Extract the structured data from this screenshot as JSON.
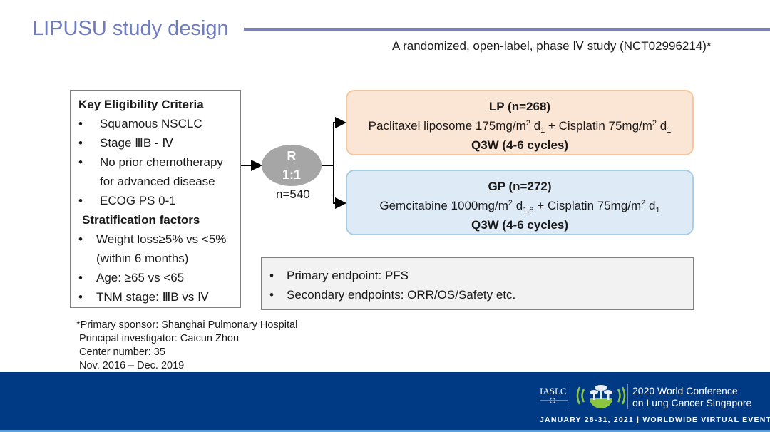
{
  "header": {
    "title": "LIPUSU study design",
    "subtitle": "A  randomized, open-label, phase Ⅳ study (NCT02996214)*",
    "accent_color": "#6f7cbf"
  },
  "eligibility": {
    "heading": "Key Eligibility Criteria",
    "items": [
      "Squamous NSCLC",
      "Stage ⅢB - Ⅳ",
      "No prior chemotherapy",
      "for advanced disease",
      "ECOG PS 0-1"
    ],
    "stratification_heading": "Stratification factors",
    "stratification_items": [
      "Weight loss≥5% vs <5%",
      "(within 6 months)",
      "Age: ≥65 vs <65",
      "TNM stage: ⅢB vs Ⅳ"
    ],
    "bullet": "•"
  },
  "randomization": {
    "label_top": "R",
    "ratio": "1:1",
    "n": "n=540"
  },
  "arms": [
    {
      "title": "LP (n=268)",
      "drug1": "Paclitaxel liposome 175mg/m",
      "drug1_sup": "2",
      "drug1_day": " d",
      "drug1_sub": "1",
      "plus": " + Cisplatin 75mg/m",
      "drug2_sup": "2",
      "drug2_day": " d",
      "drug2_sub": "1",
      "schedule": "Q3W  (4-6 cycles)",
      "color": "#fbe5d5"
    },
    {
      "title": "GP (n=272)",
      "drug1": "Gemcitabine 1000mg/m",
      "drug1_sup": "2",
      "drug1_day": " d",
      "drug1_sub": "1,8",
      "plus": " + Cisplatin 75mg/m",
      "drug2_sup": "2",
      "drug2_day": " d",
      "drug2_sub": "1",
      "schedule": "Q3W  (4-6 cycles)",
      "color": "#deebf6"
    }
  ],
  "endpoints": [
    "Primary endpoint: PFS",
    "Secondary endpoints: ORR/OS/Safety etc."
  ],
  "footnotes": [
    "*Primary sponsor: Shanghai Pulmonary Hospital",
    "Principal investigator: Caicun Zhou",
    "Center number: 35",
    "Nov. 2016 – Dec. 2019"
  ],
  "footer": {
    "org": "IASLC",
    "conference_line1": "2020 World Conference",
    "conference_line2": "on Lung Cancer Singapore",
    "dates": "JANUARY 28-31, 2021 | WORLDWIDE VIRTUAL EVENT",
    "background_color": "#003a85"
  }
}
